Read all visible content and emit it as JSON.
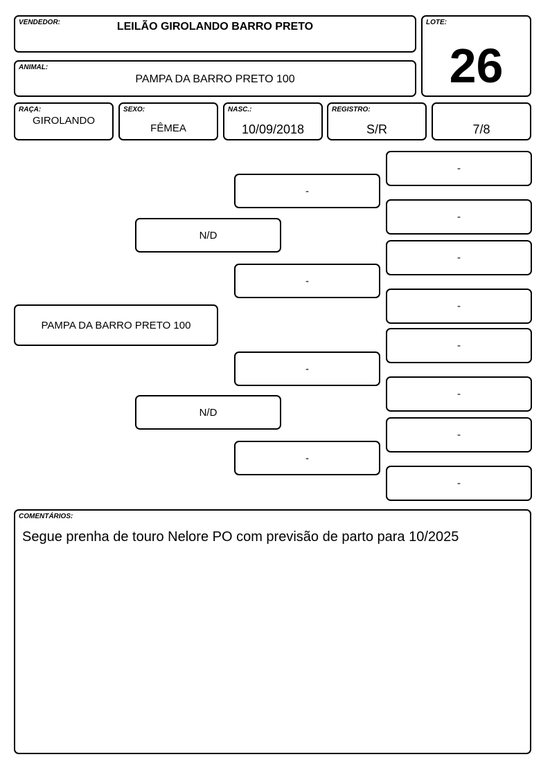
{
  "header": {
    "vendedor_label": "VENDEDOR:",
    "vendedor": "LEILÃO GIROLANDO BARRO PRETO",
    "lote_label": "LOTE:",
    "lote": "26",
    "animal_label": "ANIMAL:",
    "animal": "PAMPA DA BARRO PRETO 100"
  },
  "info": {
    "raca_label": "RAÇA:",
    "raca": "GIROLANDO",
    "sexo_label": "SEXO:",
    "sexo": "FÊMEA",
    "nasc_label": "NASC.:",
    "nasc": "10/09/2018",
    "registro_label": "REGISTRO:",
    "registro": "S/R",
    "grau": "7/8"
  },
  "pedigree": {
    "animal": "PAMPA DA BARRO PRETO 100",
    "sire": "N/D",
    "dam": "N/D",
    "sire_sire": "-",
    "sire_dam": "-",
    "dam_sire": "-",
    "dam_dam": "-",
    "ggp": [
      "-",
      "-",
      "-",
      "-",
      "-",
      "-",
      "-",
      "-"
    ]
  },
  "comments": {
    "label": "COMENTÁRIOS:",
    "text": "Segue prenha de touro Nelore PO com previsão de parto para 10/2025"
  }
}
